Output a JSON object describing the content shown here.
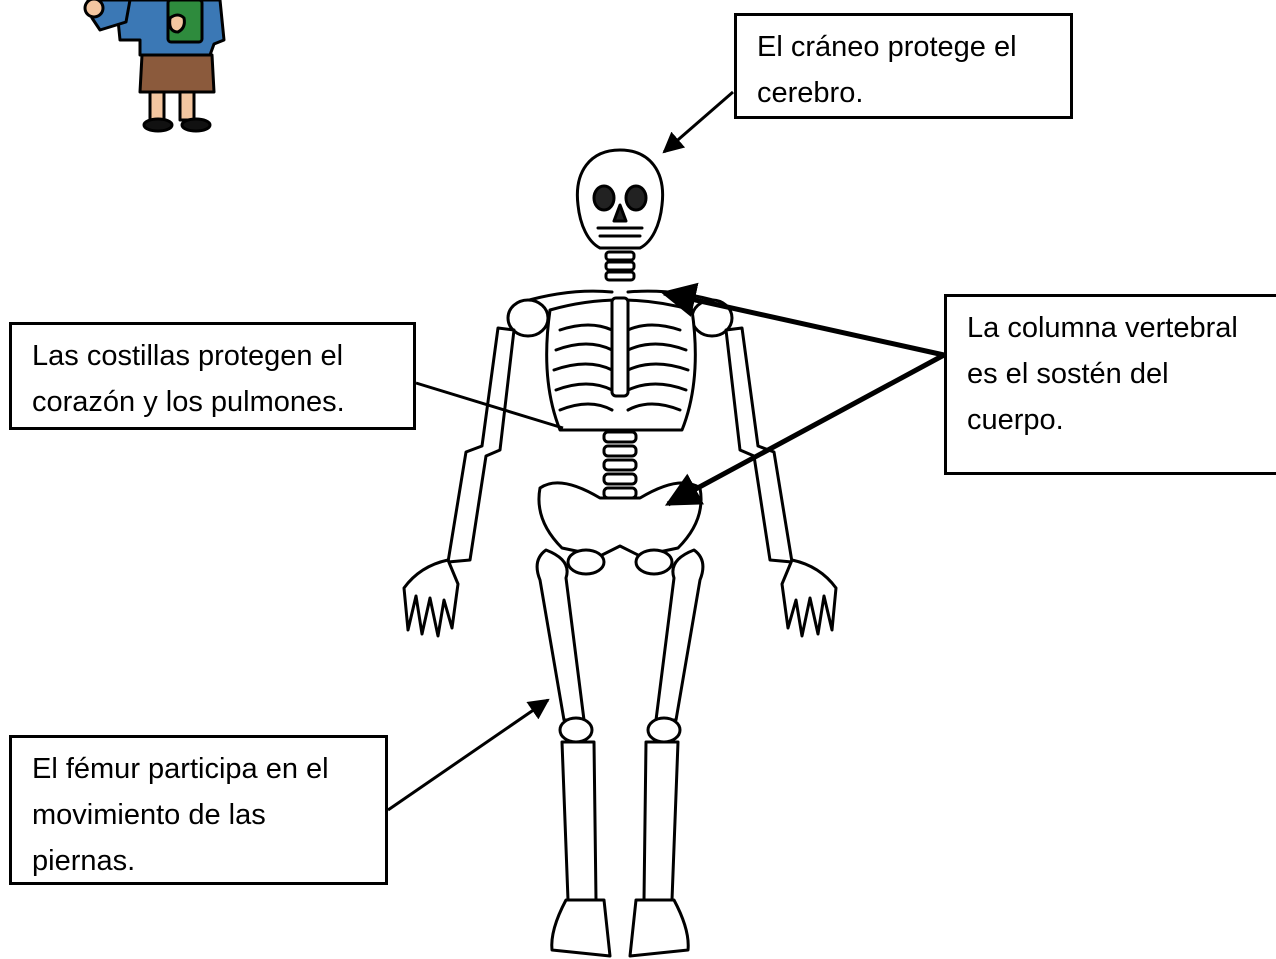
{
  "labels": {
    "craneo": {
      "lines": [
        "El cráneo protege el",
        "cerebro."
      ]
    },
    "costillas": {
      "lines": [
        "Las costillas protegen el",
        "corazón y los pulmones."
      ]
    },
    "columna": {
      "lines": [
        "La columna vertebral",
        "es el sostén del",
        "cuerpo."
      ]
    },
    "femur": {
      "lines": [
        "El fémur participa en el",
        "movimiento de las",
        "piernas."
      ]
    }
  },
  "colors": {
    "ink": "#000000",
    "paper": "#ffffff",
    "teacher_shirt": "#3b78b5",
    "teacher_skirt": "#8b5a3c",
    "book": "#2e8b3d"
  }
}
